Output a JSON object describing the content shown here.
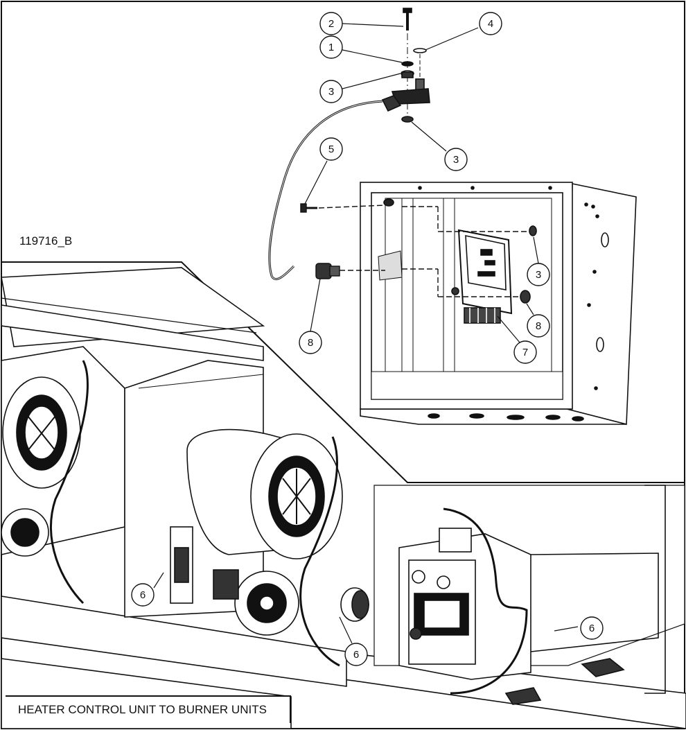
{
  "drawing": {
    "reference_id": "119716_B",
    "caption": "HEATER CONTROL UNIT TO BURNER UNITS",
    "line_color": "#111111",
    "background_color": "#ffffff"
  },
  "callouts": [
    {
      "label": "2"
    },
    {
      "label": "4"
    },
    {
      "label": "1"
    },
    {
      "label": "3"
    },
    {
      "label": "3"
    },
    {
      "label": "5"
    },
    {
      "label": "3"
    },
    {
      "label": "8"
    },
    {
      "label": "8"
    },
    {
      "label": "7"
    },
    {
      "label": "6"
    },
    {
      "label": "6"
    },
    {
      "label": "6"
    }
  ]
}
